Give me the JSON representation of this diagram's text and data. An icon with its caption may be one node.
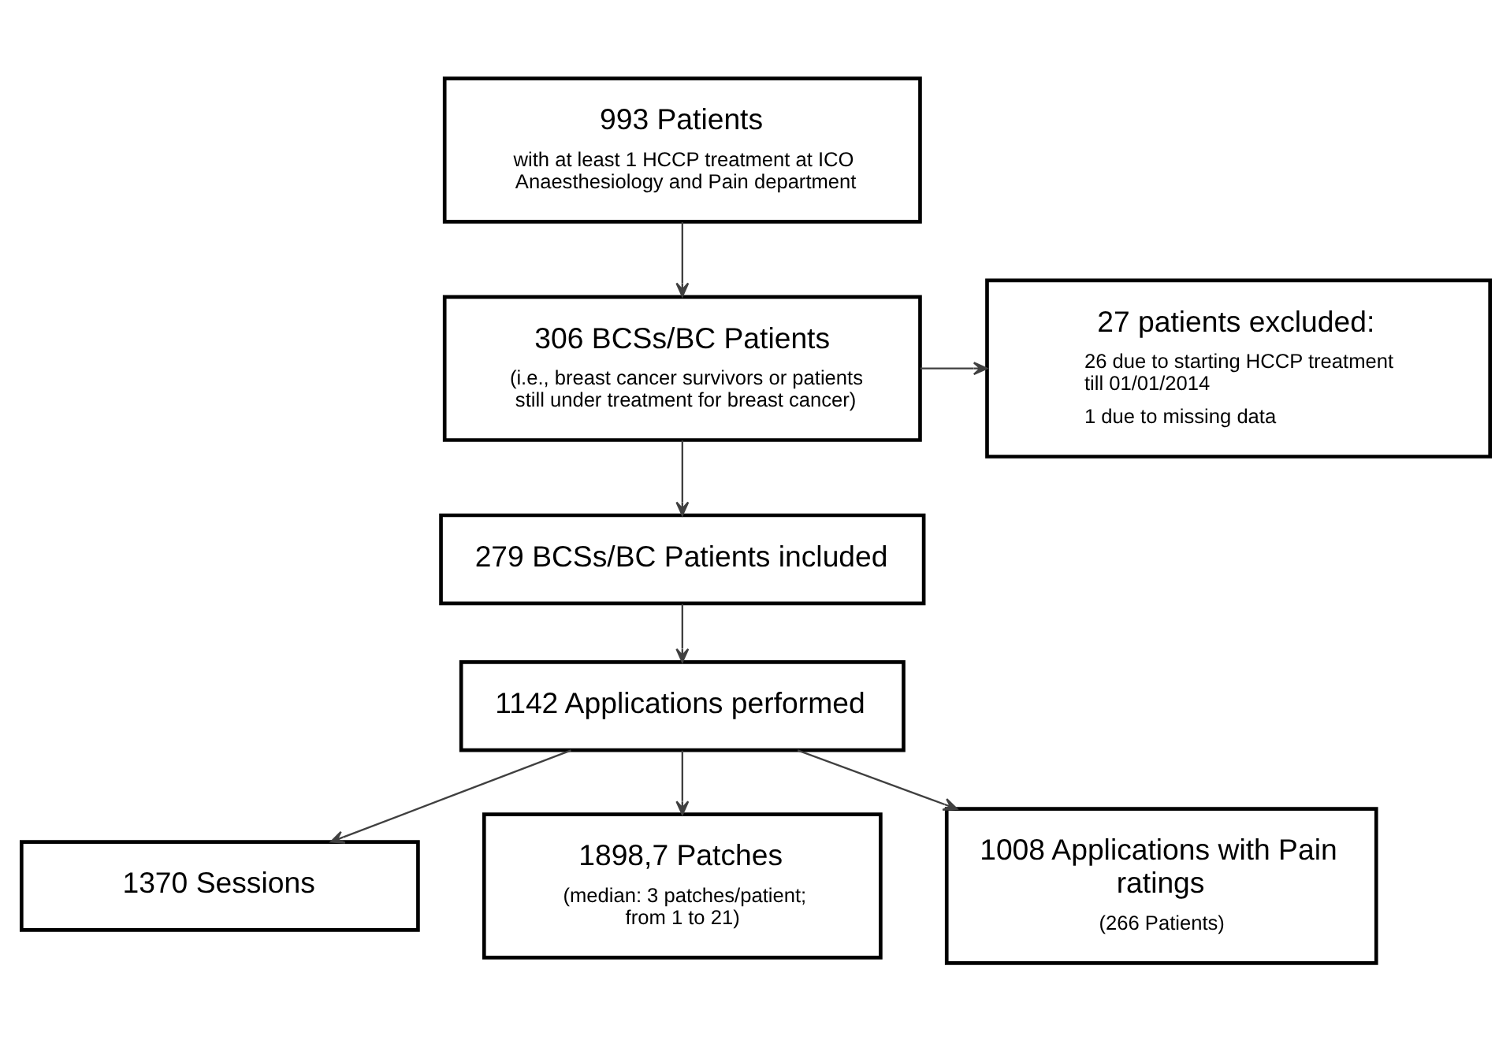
{
  "diagram": {
    "nodes": [
      {
        "text": [
          "993 Patients",
          "with at least 1 HCCP treatment at ICO Anaesthesiology and Pain department"
        ]
      },
      {
        "text": [
          "306 BCSs/BC Patients",
          "(i.e., breast cancer survivors or patients still under treatment for breast cancer)"
        ]
      },
      {
        "text": [
          "27 patients excluded:",
          "26 due to starting HCCP treatment till 01/01/2014",
          "1 due to missing data"
        ]
      },
      {
        "text": [
          "279 BCSs/BC Patients included"
        ]
      },
      {
        "text": [
          "1142 Applications performed"
        ]
      },
      {
        "text": [
          "1370 Sessions"
        ]
      },
      {
        "text": [
          "1898,7 Patches",
          "(median: 3 patches/patient; from 1 to 21)"
        ]
      },
      {
        "text": [
          "1008 Applications with Pain ratings",
          "(266 Patients)"
        ]
      }
    ],
    "edges": [
      {
        "from": 0,
        "to": 1,
        "arrow": "to"
      },
      {
        "from": 1,
        "to": 3,
        "arrow": "to"
      },
      {
        "from": 1,
        "to": 2,
        "arrow": "to"
      },
      {
        "from": 3,
        "to": 4,
        "arrow": "to"
      },
      {
        "from": 4,
        "to": 5,
        "arrow": "to"
      },
      {
        "from": 4,
        "to": 6,
        "arrow": "to"
      },
      {
        "from": 4,
        "to": 7,
        "arrow": "to"
      }
    ]
  }
}
